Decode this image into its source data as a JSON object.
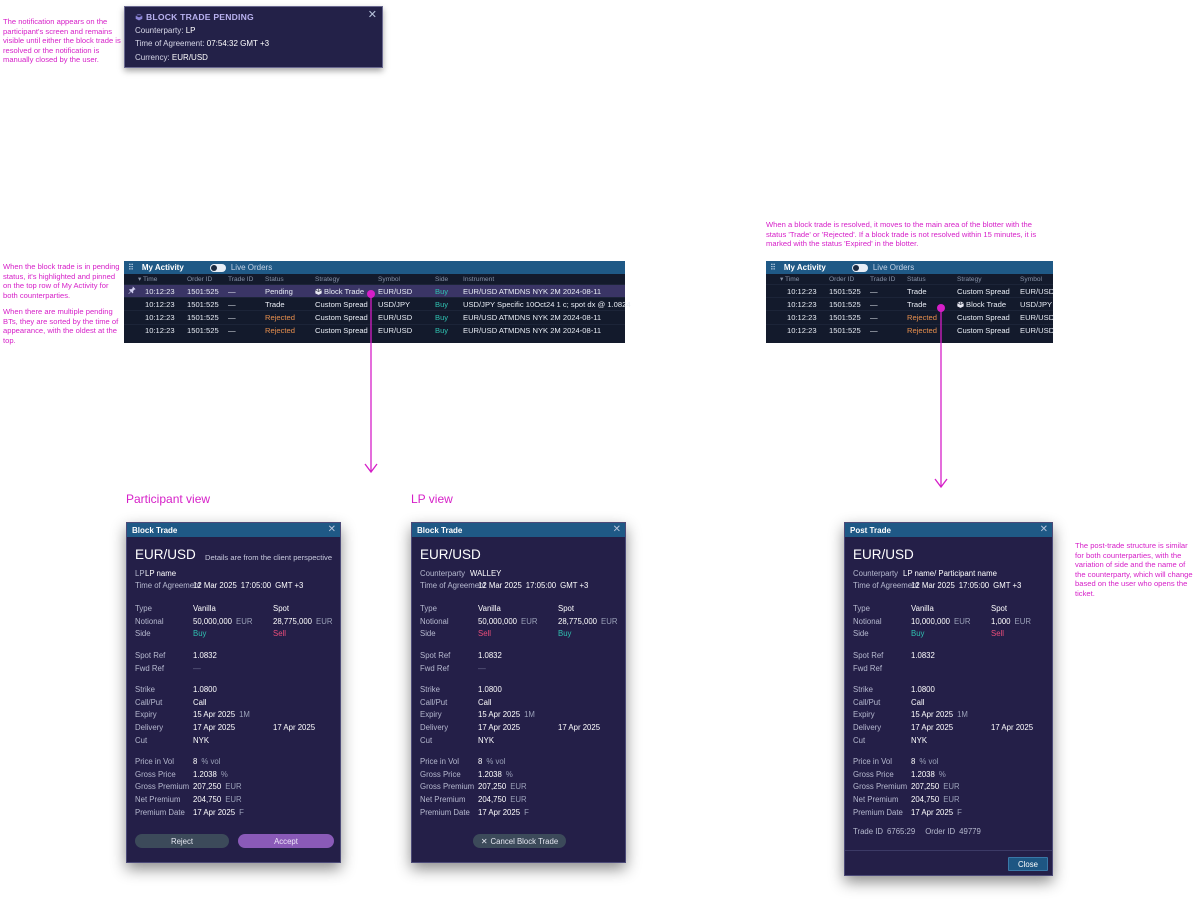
{
  "annotations": {
    "notification_note": "The notification appears on the participant's screen and remains visible until either the block trade is resolved or the notification is manually closed by the user.",
    "pending_note": "When the block trade is in pending status, it's highlighted and pinned on the top row of My Activity for both counterparties.",
    "multiple_note": "When there are multiple pending BTs, they are sorted by the time of appearance, with the oldest at the top.",
    "resolved_note": "When a block trade is resolved, it moves to the main area of the blotter with the status 'Trade' or 'Rejected'. If a block trade is not resolved within 15 minutes, it is marked with the status 'Expired' in the blotter.",
    "post_trade_note": "The post-trade structure is similar for both counterparties, with the variation of side and the name of the counterparty, which will change based on the user who opens the ticket.",
    "participant_view": "Participant view",
    "lp_view": "LP view"
  },
  "notification": {
    "title": "BLOCK TRADE PENDING",
    "counterparty_label": "Counterparty:",
    "counterparty": "LP",
    "time_label": "Time of Agreement:",
    "time": "07:54:32 GMT +3",
    "currency_label": "Currency:",
    "currency": "EUR/USD"
  },
  "blotter_left": {
    "title": "My Activity",
    "toggle_label": "Live Orders",
    "columns": [
      "Time",
      "Order ID",
      "Trade ID",
      "Status",
      "Strategy",
      "Symbol",
      "Side",
      "Instrument"
    ],
    "rows": [
      [
        "10:12:23",
        "1501:525",
        "—",
        "Pending",
        "Block Trade",
        "EUR/USD",
        "Buy",
        "EUR/USD ATMDNS NYK 2M 2024-08-11"
      ],
      [
        "10:12:23",
        "1501:525",
        "—",
        "Trade",
        "Custom Spread",
        "USD/JPY",
        "Buy",
        "USD/JPY Specific 10Oct24 1 c; spot dx @ 1.0824"
      ],
      [
        "10:12:23",
        "1501:525",
        "—",
        "Rejected",
        "Custom Spread",
        "EUR/USD",
        "Buy",
        "EUR/USD ATMDNS NYK 2M 2024-08-11"
      ],
      [
        "10:12:23",
        "1501:525",
        "—",
        "Rejected",
        "Custom Spread",
        "EUR/USD",
        "Buy",
        "EUR/USD ATMDNS NYK 2M 2024-08-11"
      ]
    ]
  },
  "blotter_right": {
    "title": "My Activity",
    "toggle_label": "Live Orders",
    "columns": [
      "Time",
      "Order ID",
      "Trade ID",
      "Status",
      "Strategy",
      "Symbol"
    ],
    "rows": [
      [
        "10:12:23",
        "1501:525",
        "—",
        "Trade",
        "Custom Spread",
        "EUR/USD"
      ],
      [
        "10:12:23",
        "1501:525",
        "—",
        "Trade",
        "Block Trade",
        "USD/JPY"
      ],
      [
        "10:12:23",
        "1501:525",
        "—",
        "Rejected",
        "Custom Spread",
        "EUR/USD"
      ],
      [
        "10:12:23",
        "1501:525",
        "—",
        "Rejected",
        "Custom Spread",
        "EUR/USD"
      ]
    ]
  },
  "participant": {
    "title": "Block Trade",
    "pair": "EUR/USD",
    "subtitle": "Details are from the client perspective",
    "cp_label": "LP",
    "cp_value": "LP name",
    "toa_label": "Time of Agreement",
    "toa_value": "12 Mar 2025",
    "toa_time": "17:05:00",
    "toa_tz": "GMT +3",
    "type_label": "Type",
    "type_a": "Vanilla",
    "type_b": "Spot",
    "notional_label": "Notional",
    "notional_a": "50,000,000",
    "notional_a_unit": "EUR",
    "notional_b": "28,775,000",
    "notional_b_unit": "EUR",
    "side_label": "Side",
    "side_a": "Buy",
    "side_b": "Sell",
    "spotref_label": "Spot Ref",
    "spotref": "1.0832",
    "fwdref_label": "Fwd Ref",
    "fwdref": "—",
    "strike_label": "Strike",
    "strike": "1.0800",
    "callput_label": "Call/Put",
    "callput": "Call",
    "expiry_label": "Expiry",
    "expiry": "15 Apr 2025",
    "expiry_tenor": "1M",
    "delivery_label": "Delivery",
    "delivery_a": "17 Apr 2025",
    "delivery_b": "17 Apr 2025",
    "cut_label": "Cut",
    "cut": "NYK",
    "piv_label": "Price in Vol",
    "piv": "8",
    "piv_unit": "% vol",
    "gp_label": "Gross Price",
    "gp": "1.2038",
    "gp_unit": "%",
    "gprem_label": "Gross Premium",
    "gprem": "207,250",
    "gprem_unit": "EUR",
    "nprem_label": "Net Premium",
    "nprem": "204,750",
    "nprem_unit": "EUR",
    "pdate_label": "Premium Date",
    "pdate": "17 Apr 2025",
    "pdate_unit": "F",
    "reject_label": "Reject",
    "accept_label": "Accept"
  },
  "lp": {
    "title": "Block Trade",
    "pair": "EUR/USD",
    "cp_label": "Counterparty",
    "cp_value": "WALLEY",
    "toa_label": "Time of Agreement",
    "toa_value": "12 Mar 2025",
    "toa_time": "17:05:00",
    "toa_tz": "GMT +3",
    "type_label": "Type",
    "type_a": "Vanilla",
    "type_b": "Spot",
    "notional_label": "Notional",
    "notional_a": "50,000,000",
    "notional_a_unit": "EUR",
    "notional_b": "28,775,000",
    "notional_b_unit": "EUR",
    "side_label": "Side",
    "side_a": "Sell",
    "side_b": "Buy",
    "spotref_label": "Spot Ref",
    "spotref": "1.0832",
    "fwdref_label": "Fwd Ref",
    "fwdref": "—",
    "strike_label": "Strike",
    "strike": "1.0800",
    "callput_label": "Call/Put",
    "callput": "Call",
    "expiry_label": "Expiry",
    "expiry": "15 Apr 2025",
    "expiry_tenor": "1M",
    "delivery_label": "Delivery",
    "delivery_a": "17 Apr 2025",
    "delivery_b": "17 Apr 2025",
    "cut_label": "Cut",
    "cut": "NYK",
    "piv_label": "Price in Vol",
    "piv": "8",
    "piv_unit": "% vol",
    "gp_label": "Gross Price",
    "gp": "1.2038",
    "gp_unit": "%",
    "gprem_label": "Gross Premium",
    "gprem": "207,250",
    "gprem_unit": "EUR",
    "nprem_label": "Net Premium",
    "nprem": "204,750",
    "nprem_unit": "EUR",
    "pdate_label": "Premium Date",
    "pdate": "17 Apr 2025",
    "pdate_unit": "F",
    "cancel_label": "Cancel Block Trade"
  },
  "post": {
    "title": "Post Trade",
    "pair": "EUR/USD",
    "cp_label": "Counterparty",
    "cp_value": "LP name/ Participant name",
    "toa_label": "Time of Agreement",
    "toa_value": "12 Mar 2025",
    "toa_time": "17:05:00",
    "toa_tz": "GMT +3",
    "type_label": "Type",
    "type_a": "Vanilla",
    "type_b": "Spot",
    "notional_label": "Notional",
    "notional_a": "10,000,000",
    "notional_a_unit": "EUR",
    "notional_b": "1,000",
    "notional_b_unit": "EUR",
    "side_label": "Side",
    "side_a": "Buy",
    "side_b": "Sell",
    "spotref_label": "Spot Ref",
    "spotref": "1.0832",
    "fwdref_label": "Fwd Ref",
    "fwdref": "",
    "strike_label": "Strike",
    "strike": "1.0800",
    "callput_label": "Call/Put",
    "callput": "Call",
    "expiry_label": "Expiry",
    "expiry": "15 Apr 2025",
    "expiry_tenor": "1M",
    "delivery_label": "Delivery",
    "delivery_a": "17 Apr 2025",
    "delivery_b": "17 Apr 2025",
    "cut_label": "Cut",
    "cut": "NYK",
    "piv_label": "Price in Vol",
    "piv": "8",
    "piv_unit": "% vol",
    "gp_label": "Gross Price",
    "gp": "1.2038",
    "gp_unit": "%",
    "gprem_label": "Gross Premium",
    "gprem": "207,250",
    "gprem_unit": "EUR",
    "nprem_label": "Net Premium",
    "nprem": "204,750",
    "nprem_unit": "EUR",
    "pdate_label": "Premium Date",
    "pdate": "17 Apr 2025",
    "pdate_unit": "F",
    "tradeid_label": "Trade ID",
    "tradeid": "6765:29",
    "orderid_label": "Order ID",
    "orderid": "49779",
    "close_label": "Close"
  },
  "colors": {
    "accent_magenta": "#d61fc8",
    "header_blue": "#1f5986",
    "ticket_bg": "#241f48",
    "buy": "#2fc0b0",
    "sell": "#ea4d7a",
    "rejected": "#e8904e"
  },
  "icons": {
    "close": "close-icon",
    "grip": "drag-grip-icon",
    "pin": "pin-icon",
    "block_trade": "cube-icon",
    "sort": "sort-down-icon"
  }
}
